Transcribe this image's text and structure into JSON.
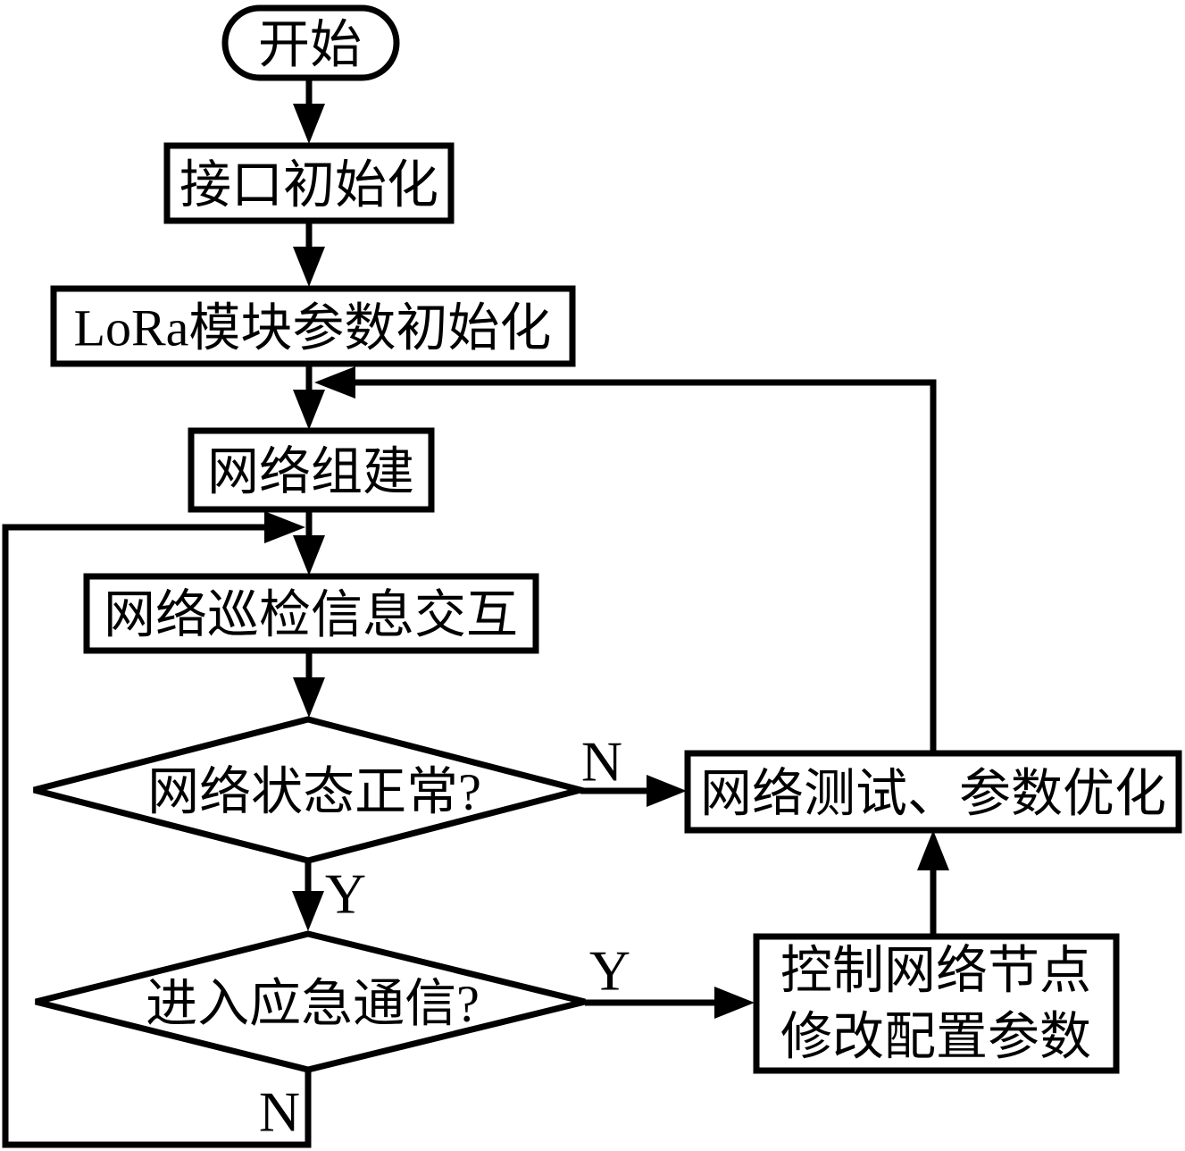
{
  "diagram": {
    "background_color": "#ffffff",
    "line_color": "#000000",
    "nodes": {
      "start": {
        "type": "terminator",
        "label": "开始"
      },
      "interface_init": {
        "type": "process",
        "label": "接口初始化"
      },
      "lora_param_init": {
        "type": "process",
        "label": "LoRa模块参数初始化"
      },
      "network_build": {
        "type": "process",
        "label": "网络组建"
      },
      "network_inspection": {
        "type": "process",
        "label": "网络巡检信息交互"
      },
      "network_status_check": {
        "type": "decision",
        "label": "网络状态正常?"
      },
      "network_test": {
        "type": "process",
        "label": "网络测试、参数优化"
      },
      "emergency_check": {
        "type": "decision",
        "label": "进入应急通信?"
      },
      "control_nodes": {
        "type": "process",
        "line1": "控制网络节点",
        "line2": "修改配置参数"
      }
    },
    "branch_labels": {
      "status_no": "N",
      "status_yes": "Y",
      "emergency_yes": "Y",
      "emergency_no": "N"
    }
  }
}
